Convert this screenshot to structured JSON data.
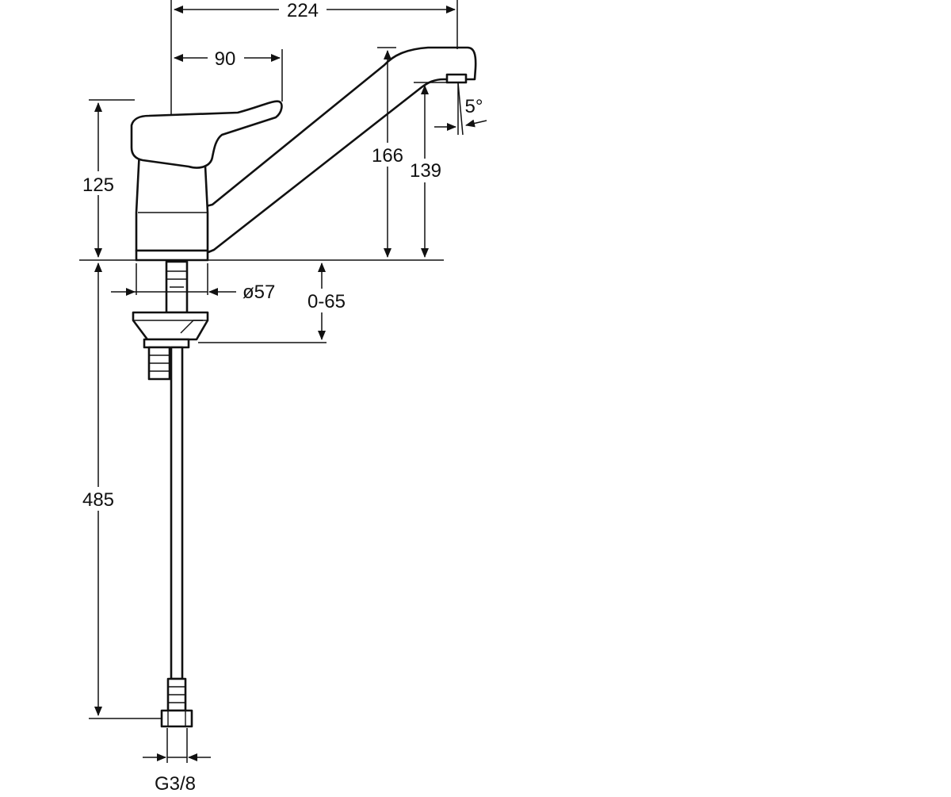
{
  "dimensions": {
    "total_reach": "224",
    "lever_reach": "90",
    "lever_height": "125",
    "spout_height": "166",
    "outlet_height": "139",
    "outlet_angle": "5°",
    "base_diameter": "ø57",
    "deck_thickness": "0-65",
    "hose_length": "485",
    "connection_thread": "G3/8"
  }
}
